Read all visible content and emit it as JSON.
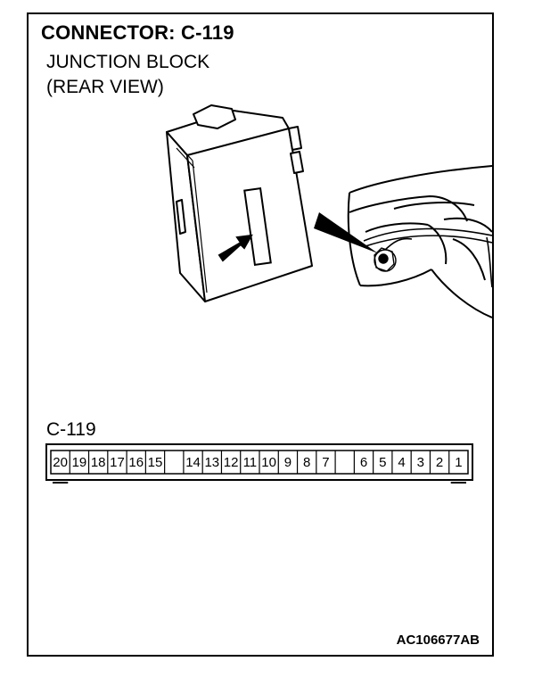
{
  "header": {
    "title": "CONNECTOR: C-119",
    "subtitle_line1": "JUNCTION BLOCK",
    "subtitle_line2": "(REAR VIEW)"
  },
  "connector": {
    "label": "C-119",
    "pins": [
      "20",
      "19",
      "18",
      "17",
      "16",
      "15",
      "",
      "14",
      "13",
      "12",
      "11",
      "10",
      "9",
      "8",
      "7",
      "",
      "6",
      "5",
      "4",
      "3",
      "2",
      "1"
    ]
  },
  "footer": {
    "code": "AC106677AB"
  }
}
